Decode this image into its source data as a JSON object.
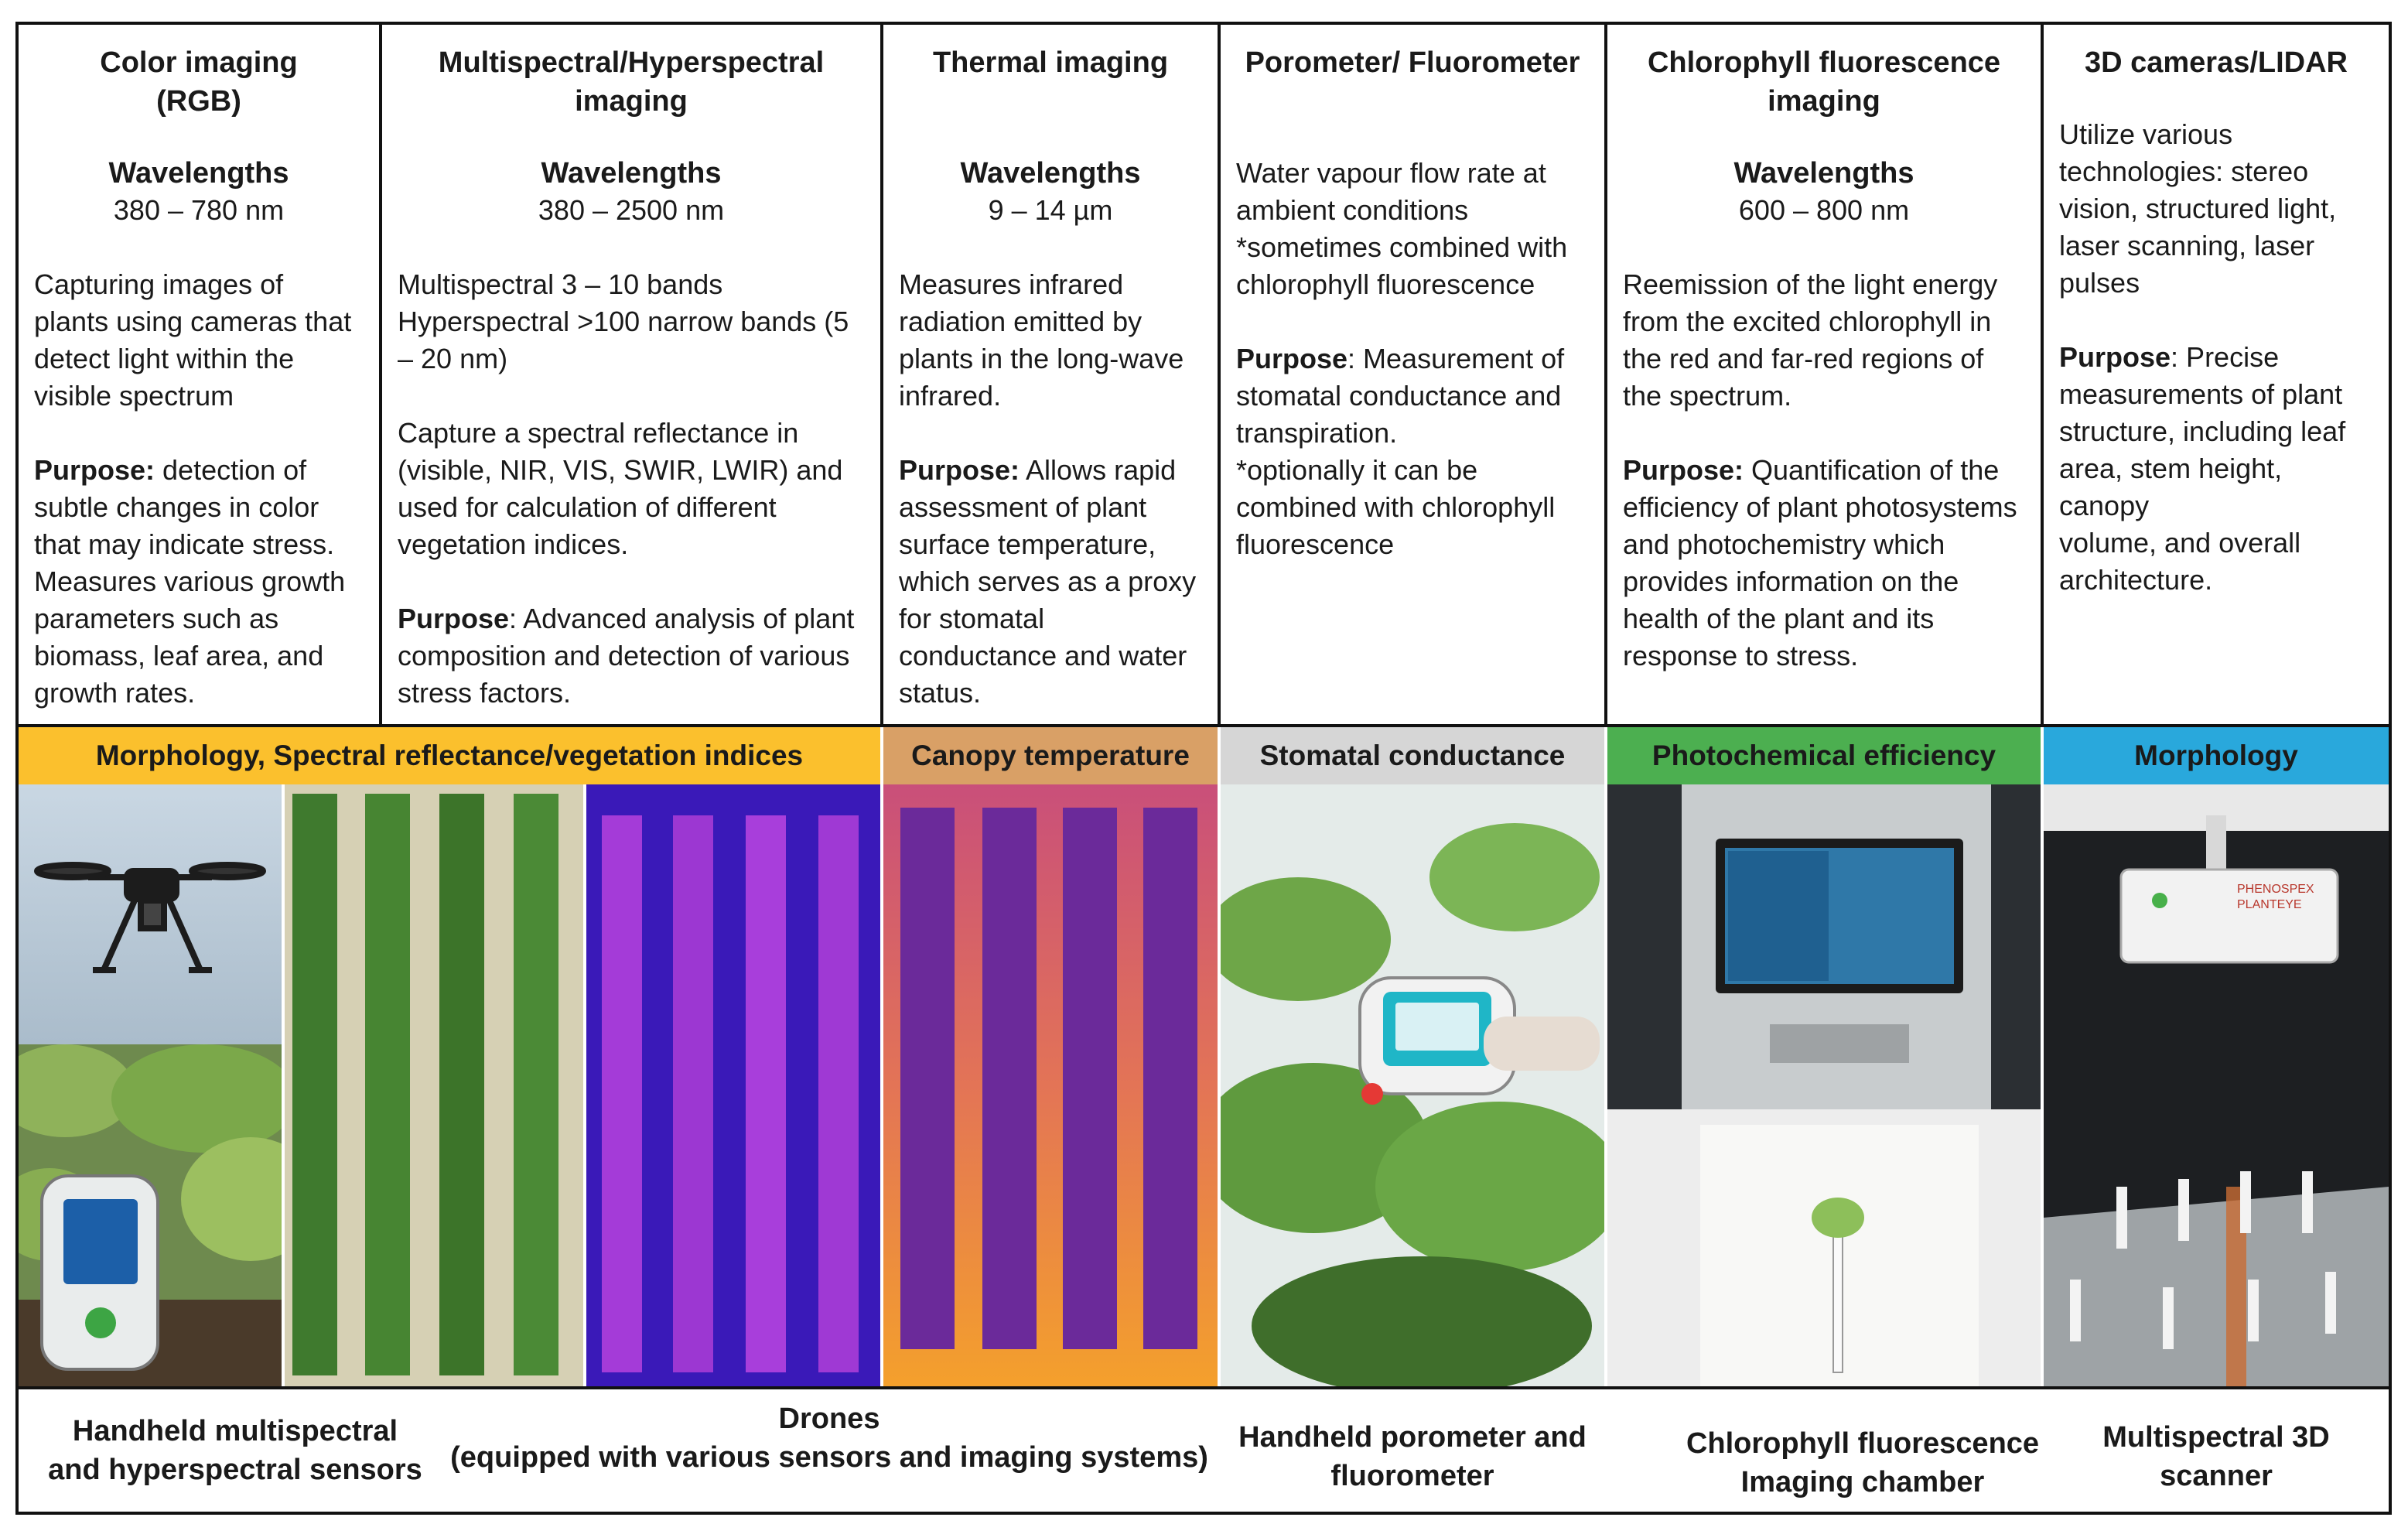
{
  "columns": [
    {
      "title": "Color imaging\n(RGB)",
      "wavelength_label": "Wavelengths",
      "wavelength_value": "380 – 780 nm",
      "description": "Capturing images of\nplants using cameras that\ndetect light within the\nvisible spectrum",
      "purpose_label": "Purpose:",
      "purpose_text": " detection of\nsubtle changes in color\nthat may indicate stress.\nMeasures various growth\nparameters such as\nbiomass, leaf area, and\ngrowth rates."
    },
    {
      "title": "Multispectral/Hyperspectral\nimaging",
      "wavelength_label": "Wavelengths",
      "wavelength_value": "380 – 2500 nm",
      "description": "Multispectral 3 – 10 bands\nHyperspectral >100 narrow bands (5\n– 20 nm)",
      "description2": "Capture a spectral reflectance in\n(visible, NIR, VIS, SWIR, LWIR) and\nused for calculation of different\nvegetation indices.",
      "purpose_label": "Purpose",
      "purpose_text": ": Advanced analysis of plant\ncomposition and detection of various\nstress factors."
    },
    {
      "title": "Thermal imaging",
      "wavelength_label": "Wavelengths",
      "wavelength_value": "9 – 14 µm",
      "description": "Measures infrared\nradiation emitted by\nplants in the long-wave\ninfrared.",
      "purpose_label": "Purpose:",
      "purpose_text": " Allows rapid\nassessment of plant\nsurface temperature,\nwhich serves as a proxy\nfor stomatal\nconductance and water\nstatus."
    },
    {
      "title": "Porometer/ Fluorometer",
      "description": "Water vapour flow rate at\nambient conditions\n*sometimes combined with\nchlorophyll fluorescence",
      "purpose_label": "Purpose",
      "purpose_text": ":  Measurement of\nstomatal conductance and\ntranspiration.\n*optionally it can be\ncombined with chlorophyll\nfluorescence"
    },
    {
      "title": "Chlorophyll fluorescence\nimaging",
      "wavelength_label": "Wavelengths",
      "wavelength_value": "600 – 800 nm",
      "description": "Reemission of the light energy\nfrom the excited chlorophyll in\nthe red and far-red regions of\nthe spectrum.",
      "purpose_label": "Purpose:",
      "purpose_text": " Quantification of the\nefficiency of plant photosystems\nand photochemistry which\nprovides information on the\nhealth of the plant and its\nresponse to stress."
    },
    {
      "title": "3D cameras/LIDAR",
      "description": "Utilize various\ntechnologies: stereo\nvision, structured light,\nlaser scanning, laser\npulses",
      "purpose_label": "Purpose",
      "purpose_text": ": Precise\nmeasurements of plant\nstructure, including leaf\narea, stem height, canopy\nvolume, and overall\narchitecture."
    }
  ],
  "bands": [
    {
      "label": "Morphology, Spectral reflectance/vegetation indices",
      "color": "#fbc02d"
    },
    {
      "label": "Canopy temperature",
      "color": "#d9a066"
    },
    {
      "label": "Stomatal conductance",
      "color": "#d6d6d6"
    },
    {
      "label": "Photochemical efficiency",
      "color": "#4caf50"
    },
    {
      "label": "Morphology",
      "color": "#29a8dc"
    }
  ],
  "footers": [
    "Handheld multispectral\nand hyperspectral sensors",
    "Drones\n(equipped with various sensors and imaging systems)",
    "Handheld porometer and\nfluorometer",
    "Chlorophyll fluorescence\nImaging chamber",
    "Multispectral 3D scanner"
  ],
  "photos": {
    "scanner_brand": "PHENOSPEX\nPLANTEYE"
  }
}
